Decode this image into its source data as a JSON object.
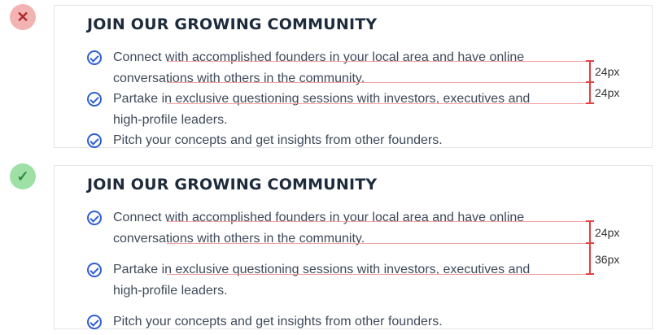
{
  "examples": [
    {
      "status": "bad",
      "status_symbol": "✕",
      "title": "JOIN OUR GROWING COMMUNITY",
      "items": [
        {
          "text": "Connect with accomplished founders in your local area and have online conversations with others in the community."
        },
        {
          "text": "Partake in exclusive questioning sessions with investors, executives and high-profile leaders."
        },
        {
          "text": "Pitch your concepts and get insights from other founders."
        }
      ],
      "spacing_labels": [
        "24px",
        "24px"
      ]
    },
    {
      "status": "good",
      "status_symbol": "✓",
      "title": "JOIN OUR GROWING COMMUNITY",
      "items": [
        {
          "text": "Connect with accomplished founders in your local area and have online conversations with others in the community."
        },
        {
          "text": "Partake in exclusive questioning sessions with investors, executives and high-profile leaders."
        },
        {
          "text": "Pitch your concepts and get insights from other founders."
        }
      ],
      "spacing_labels": [
        "24px",
        "36px"
      ]
    }
  ],
  "colors": {
    "check_blue": "#2f5fd0",
    "measure_red": "#e54040",
    "bad_status": "#f4b3b3",
    "good_status": "#9fe0a6"
  }
}
